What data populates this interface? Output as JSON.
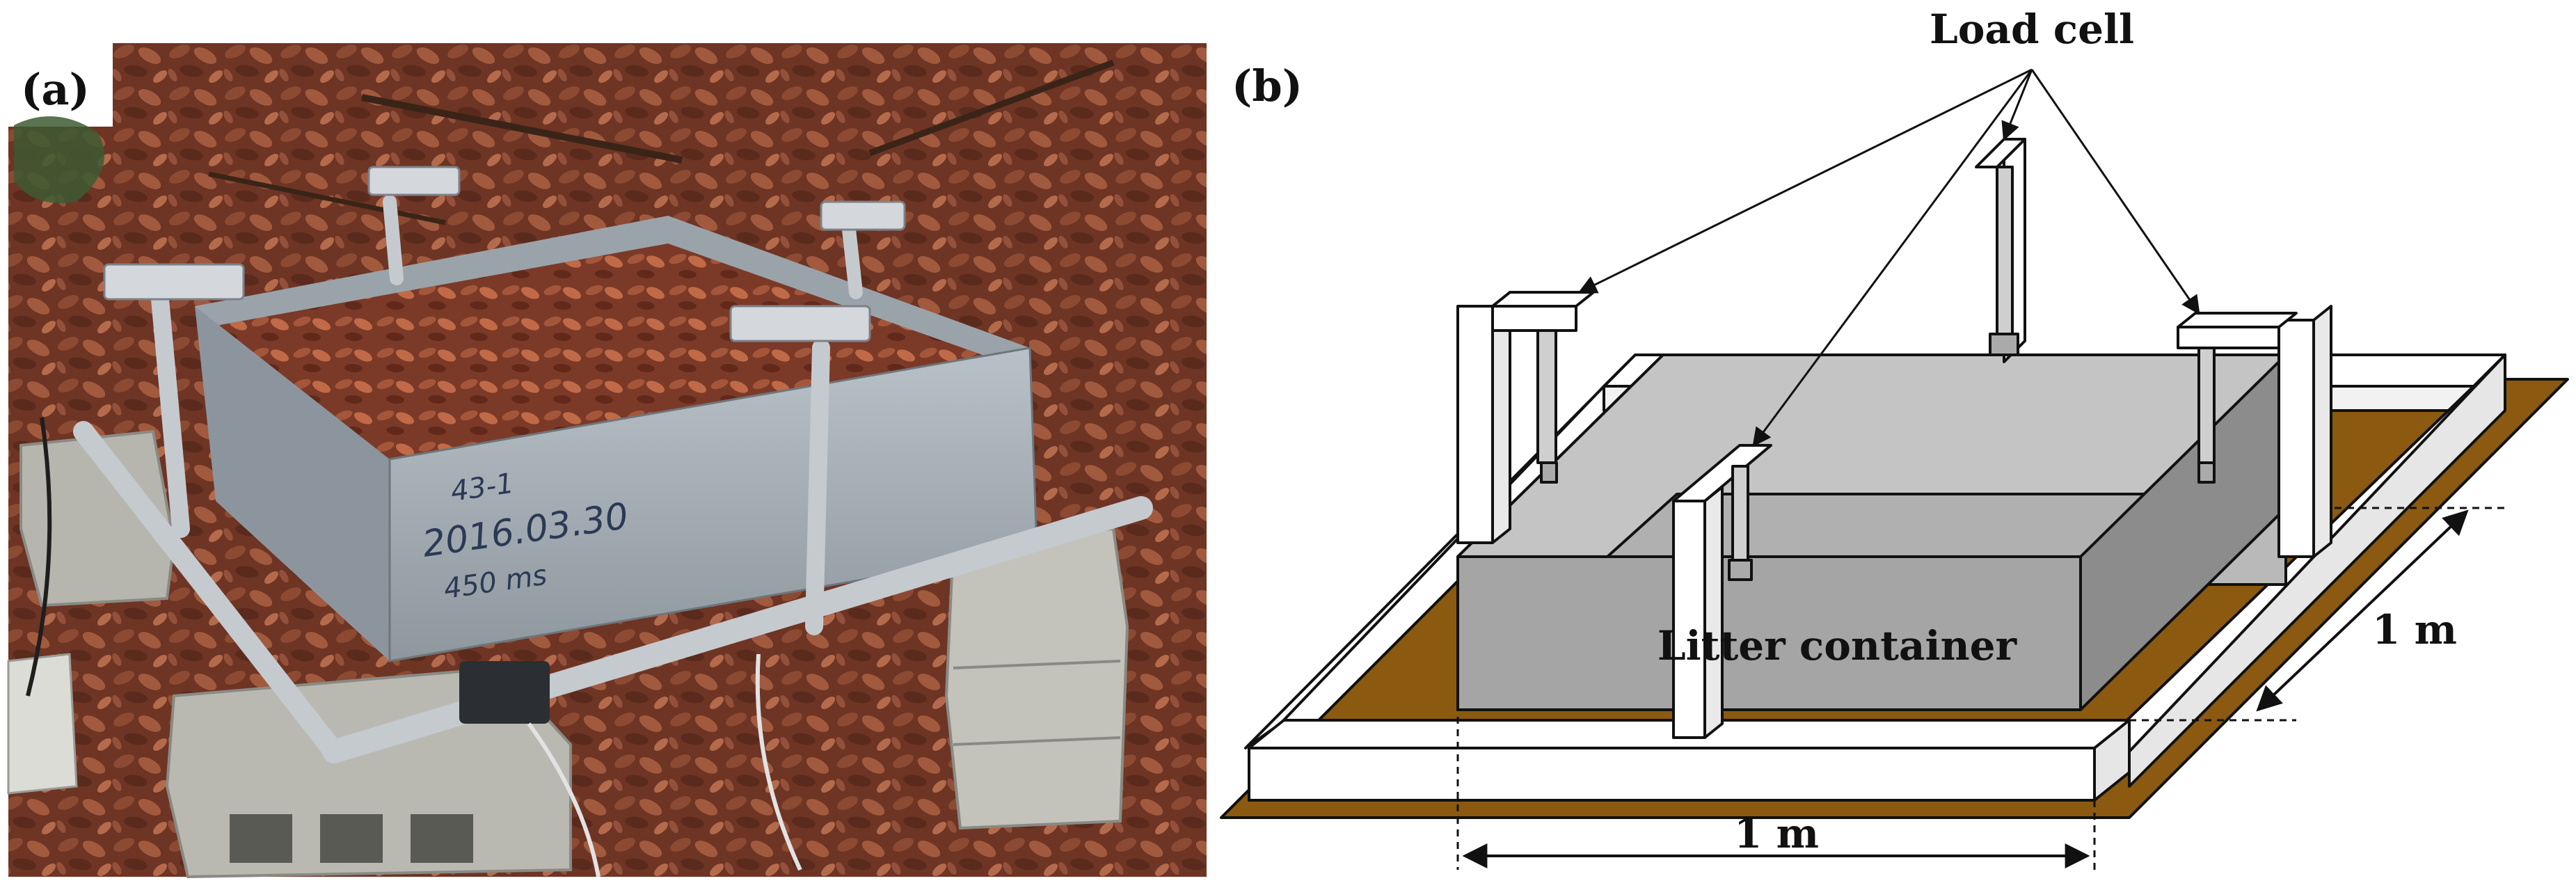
{
  "figure": {
    "panel_a_label": "(a)",
    "panel_b_label": "(b)"
  },
  "photo": {
    "box_marking": "43-1 2016.03.30 450 ms",
    "colors": {
      "ground_leaf": "#7a3b2a",
      "metal_box": "#aab3bb",
      "concrete_block": "#b9b9b2",
      "frame_rail": "#d9dde0"
    }
  },
  "diagram": {
    "load_cell_label": "Load cell",
    "container_label": "Litter container",
    "dim_width_label": "1 m",
    "dim_depth_label": "1 m",
    "colors": {
      "ground": "#8b5a10",
      "frame": "#ffffff",
      "container_front": "#a5a5a5",
      "container_side": "#8c8c8c",
      "container_back": "#b9b9b9",
      "outline": "#111111"
    }
  }
}
